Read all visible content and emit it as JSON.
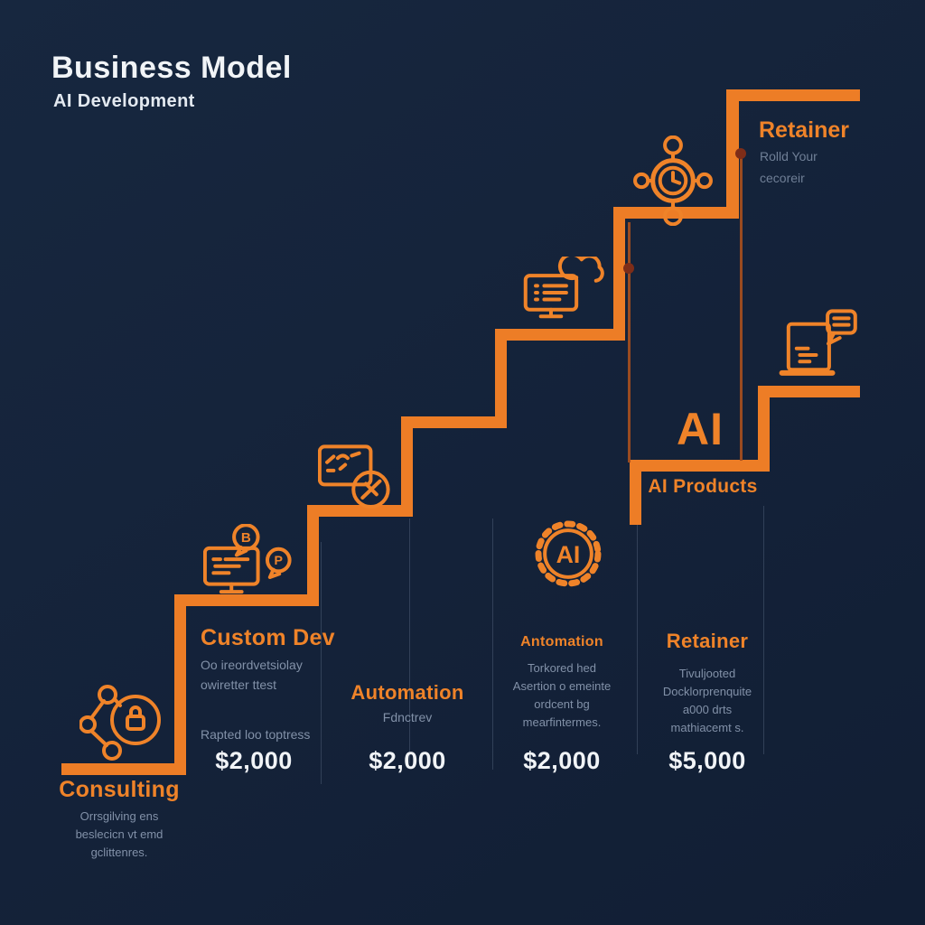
{
  "header": {
    "title": "Business Model",
    "subtitle": "AI Development"
  },
  "top_right": {
    "label": "Retainer",
    "description": "Rolld Your\ncecoreir"
  },
  "ai_callout": {
    "headline": "AI",
    "label": "AI Products"
  },
  "stages": [
    {
      "label": "Consulting",
      "description": "Orrsgilving ens\nbeslecicn vt emd\ngclittenres.",
      "price": "",
      "icon": "network-share-lock-icon"
    },
    {
      "label": "Custom Dev",
      "description": "Oo ireordvetsiolay\nowiretter ttest",
      "note": "Rapted loo toptress",
      "price": "$2,000",
      "icon": "monitor-chat-bubbles-icon"
    },
    {
      "label": "Automation",
      "description": "Fdnctrev",
      "price": "$2,000",
      "icon": "monitor-tool-badge-icon"
    },
    {
      "label": "Antomation",
      "description": "Torkored hed\nAsertion o emeinte\nordcent bg\nmearfintermes.",
      "price": "$2,000",
      "icon": "ai-gear-icon"
    },
    {
      "label": "Retainer",
      "description": "Tivuljooted\nDocklorprenquite\na000 drts\nmathiacemt s.",
      "price": "$5,000",
      "icon": "hub-clock-icon"
    }
  ],
  "colors": {
    "bg": "#15253F",
    "accent": "#EF8329",
    "line": "#ED7D26",
    "muted": "#8291A8",
    "white": "#F1F4F7",
    "dot": "#7E2D18"
  }
}
